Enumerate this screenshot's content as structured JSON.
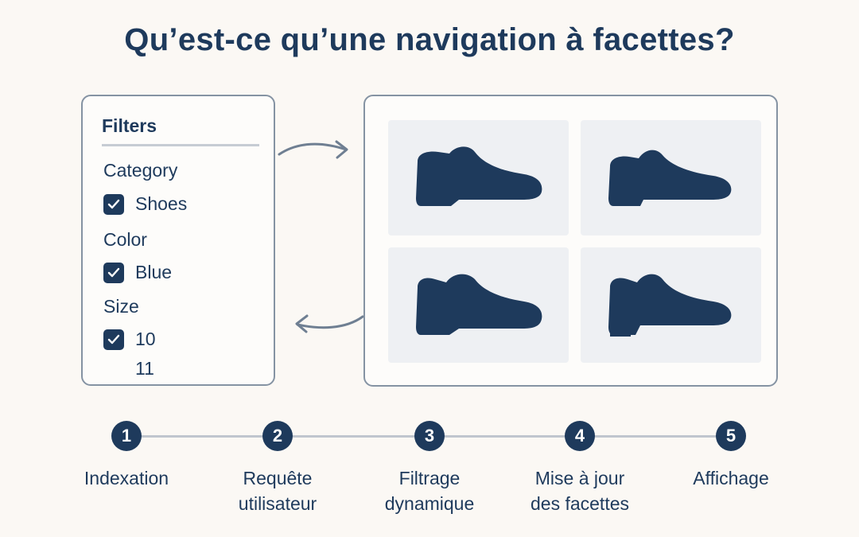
{
  "title": "Qu’est-ce qu’une navigation à facettes?",
  "filters": {
    "heading": "Filters",
    "groups": [
      {
        "label": "Category",
        "options": [
          "Shoes"
        ]
      },
      {
        "label": "Color",
        "options": [
          "Blue"
        ]
      },
      {
        "label": "Size",
        "options": [
          "10",
          "11"
        ]
      }
    ]
  },
  "products": {
    "tiles": [
      {
        "icon": "shoe-icon"
      },
      {
        "icon": "shoe-icon"
      },
      {
        "icon": "shoe-icon"
      },
      {
        "icon": "heeled-shoe-icon"
      }
    ]
  },
  "steps": [
    {
      "number": "1",
      "label_line1": "Indexation",
      "label_line2": ""
    },
    {
      "number": "2",
      "label_line1": "Requête",
      "label_line2": "utilisateur"
    },
    {
      "number": "3",
      "label_line1": "Filtrage",
      "label_line2": "dynamique"
    },
    {
      "number": "4",
      "label_line1": "Mise à jour",
      "label_line2": "des facettes"
    },
    {
      "number": "5",
      "label_line1": "Affichage",
      "label_line2": ""
    }
  ],
  "colors": {
    "primary": "#1e3a5c",
    "border": "#8593a3",
    "background": "#fbf8f4",
    "tile": "#eef0f3"
  }
}
